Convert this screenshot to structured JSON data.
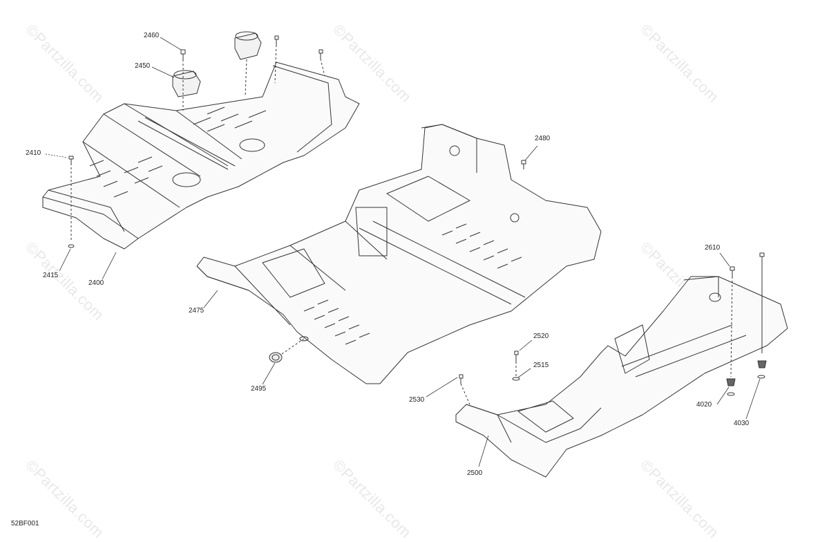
{
  "diagram": {
    "code": "52BF001",
    "watermark": "©Partzilla.com",
    "callouts": {
      "c2460": "2460",
      "c2450": "2450",
      "c2410": "2410",
      "c2415": "2415",
      "c2400": "2400",
      "c2480": "2480",
      "c2475": "2475",
      "c2495": "2495",
      "c2610": "2610",
      "c2520": "2520",
      "c2515": "2515",
      "c2530": "2530",
      "c4020": "4020",
      "c4030": "4030",
      "c2500": "2500"
    }
  }
}
